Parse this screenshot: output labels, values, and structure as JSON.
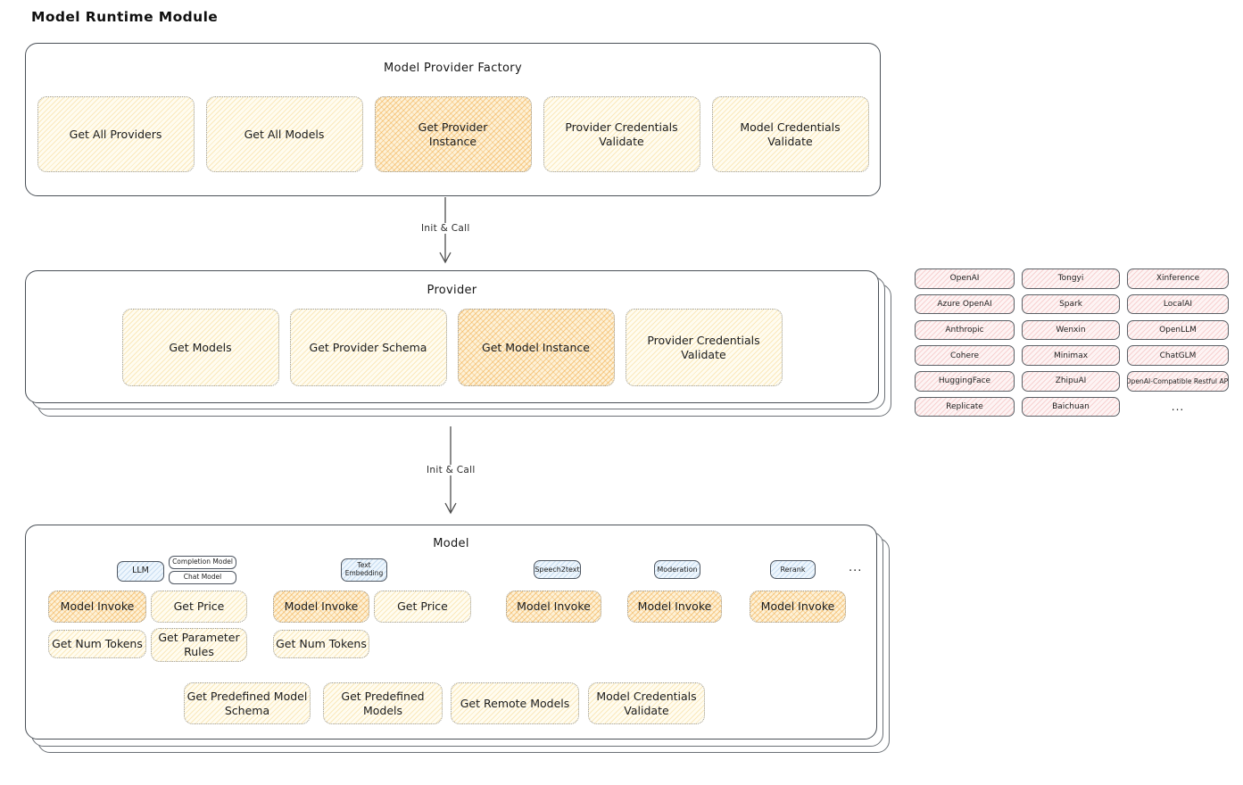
{
  "page_title": "Model Runtime Module",
  "colors": {
    "highlight_orange": "#f1a63e",
    "box_yellow": "#fffcf0",
    "vendor_pink": "#fdf4f4",
    "tag_blue": "#eef6fd",
    "border_dark": "#4a5057"
  },
  "factory": {
    "title": "Model Provider Factory",
    "items": [
      {
        "label": "Get All Providers"
      },
      {
        "label": "Get All Models"
      },
      {
        "label": "Get Provider\nInstance"
      },
      {
        "label": "Provider Credentials\nValidate"
      },
      {
        "label": "Model Credentials\nValidate"
      }
    ]
  },
  "arrow1": {
    "label": "Init & Call"
  },
  "provider": {
    "title": "Provider",
    "items": [
      {
        "label": "Get Models"
      },
      {
        "label": "Get Provider Schema"
      },
      {
        "label": "Get Model Instance"
      },
      {
        "label": "Provider Credentials\nValidate"
      }
    ]
  },
  "vendors": {
    "cells": [
      "OpenAI",
      "Tongyi",
      "Xinference",
      "Azure OpenAI",
      "Spark",
      "LocalAI",
      "Anthropic",
      "Wenxin",
      "OpenLLM",
      "Cohere",
      "Minimax",
      "ChatGLM",
      "HuggingFace",
      "ZhipuAI",
      "OpenAI-Compatible Restful API",
      "Replicate",
      "Baichuan"
    ],
    "ellipsis": "..."
  },
  "arrow2": {
    "label": "Init & Call"
  },
  "model": {
    "title": "Model",
    "tags": {
      "llm": "LLM",
      "completion": "Completion Model",
      "chat": "Chat Model",
      "text_embedding": "Text\nEmbedding",
      "speech2text": "Speech2text",
      "moderation": "Moderation",
      "rerank": "Rerank",
      "ellipsis": "..."
    },
    "row1": [
      "Model Invoke",
      "Get Price",
      "Model Invoke",
      "Get Price",
      "Model Invoke",
      "Model Invoke",
      "Model Invoke"
    ],
    "row2": [
      "Get Num Tokens",
      "Get Parameter\nRules",
      "Get Num Tokens"
    ],
    "row3": [
      "Get Predefined Model\nSchema",
      "Get Predefined\nModels",
      "Get Remote Models",
      "Model Credentials\nValidate"
    ]
  }
}
